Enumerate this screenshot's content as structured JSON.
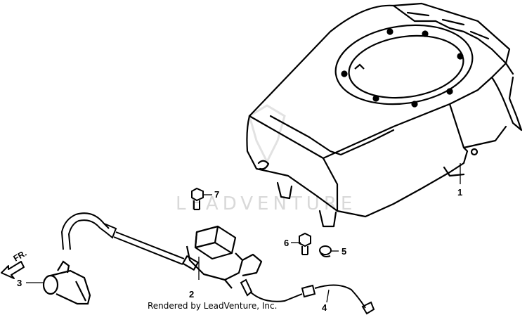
{
  "watermark": "LEADVENTURE",
  "footer": "Rendered by LeadVenture, Inc.",
  "direction": "FR.",
  "callouts": {
    "c1": "1",
    "c2": "2",
    "c3": "3",
    "c4": "4",
    "c5": "5",
    "c6": "6",
    "c7": "7"
  }
}
